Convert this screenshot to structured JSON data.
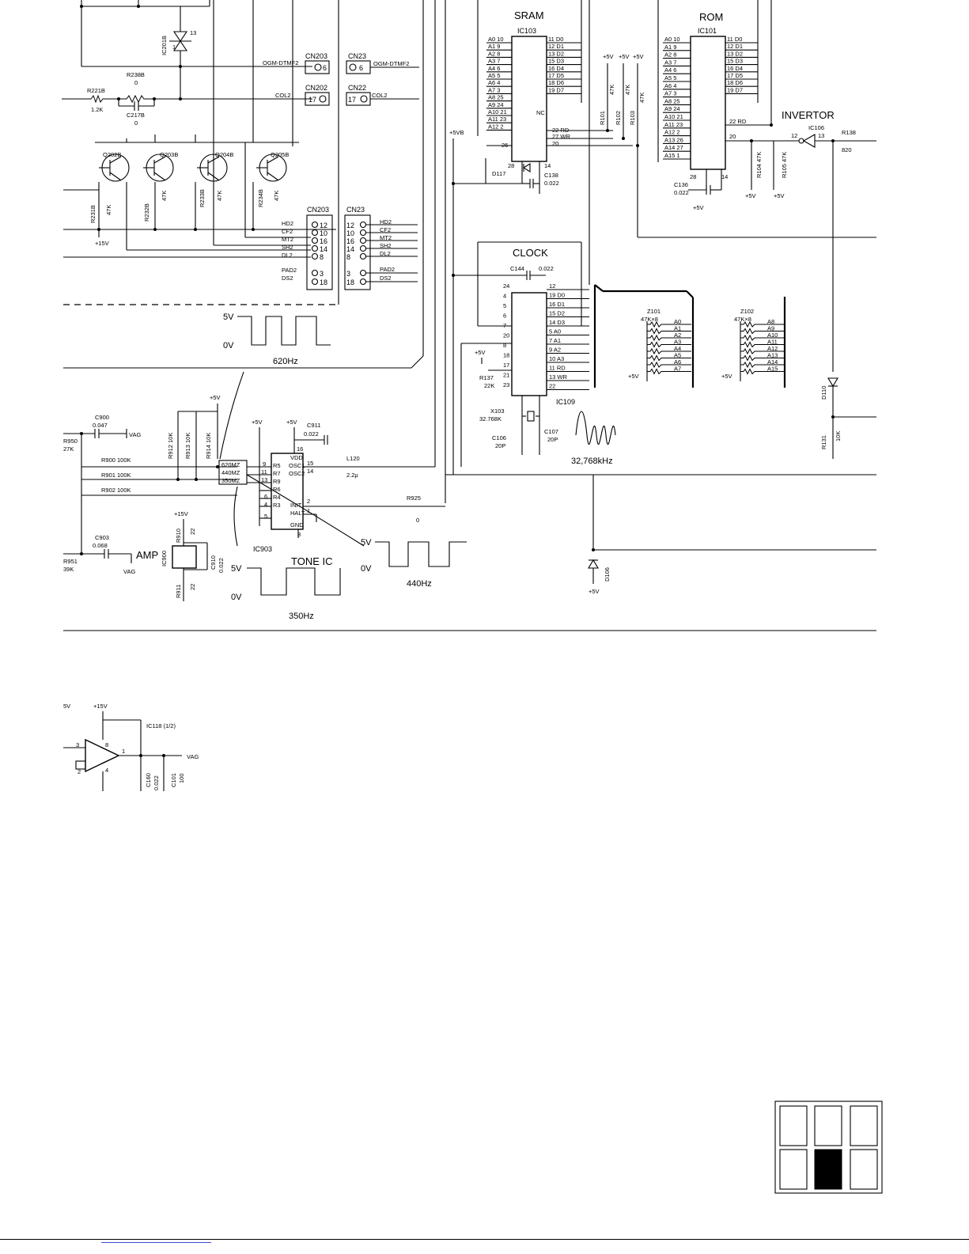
{
  "blocks": {
    "sram": {
      "title": "SRAM",
      "ref": "IC103",
      "addr_pins": [
        "A0 10",
        "A1 9",
        "A2 8",
        "A3 7",
        "A4 6",
        "A5 5",
        "A6 4",
        "A7 3",
        "A8 25",
        "A9 24",
        "A10 21",
        "A11 23",
        "A12 2"
      ],
      "data_pins": [
        "11 D0",
        "12 D1",
        "13 D2",
        "15 D3",
        "16 D4",
        "17 D5",
        "18 D6",
        "19 D7"
      ],
      "ctrl_pins": [
        "22 RD",
        "27 WR",
        "20"
      ],
      "pin26": "26",
      "pin28": "28",
      "pin14": "14",
      "nc": "NC"
    },
    "rom": {
      "title": "ROM",
      "ref": "IC101",
      "addr_pins": [
        "A0 10",
        "A1 9",
        "A2 8",
        "A3 7",
        "A4 6",
        "A5 5",
        "A6 4",
        "A7 3",
        "A8 25",
        "A9 24",
        "A10 21",
        "A11 23",
        "A12 2",
        "A13 26",
        "A14 27",
        "A15 1"
      ],
      "data_pins": [
        "11 D0",
        "12 D1",
        "13 D2",
        "15 D3",
        "16 D4",
        "17 D5",
        "18 D6",
        "19 D7"
      ],
      "ctrl_pins": [
        "22 RD",
        "20"
      ],
      "pin28": "28",
      "pin14": "14"
    },
    "clock": {
      "title": "CLOCK",
      "ref": "IC109",
      "left_pins": [
        "24",
        "4",
        "5",
        "6",
        "7",
        "20",
        "8",
        "18",
        "17",
        "21",
        "23"
      ],
      "right_pins": [
        "12",
        "19 D0",
        "16 D1",
        "15 D2",
        "14 D3",
        "5 A0",
        "7 A1",
        "9 A2",
        "10 A3",
        "11 RD",
        "13 WR",
        "22"
      ]
    },
    "tone_ic": {
      "title": "TONE IC",
      "ref": "IC903",
      "pins_left": [
        "9",
        "11",
        "13",
        "6",
        "4",
        "5"
      ],
      "pins_right": [
        "16",
        "15",
        "14",
        "2",
        "1",
        "3"
      ]
    },
    "amp": {
      "label": "AMP",
      "ref": "IC900"
    },
    "inverter": {
      "label": "INVERTOR",
      "ref": "IC106",
      "pin_in": "13",
      "pin_out": "12"
    },
    "opamp": {
      "ref": "IC118 (1/2)",
      "pins": [
        "3",
        "2",
        "8",
        "4",
        "1"
      ],
      "out_label": "VAG"
    }
  },
  "labels": {
    "ogm_dtmf2": "OGM-DTMF2",
    "col2": "COL2",
    "cn203": "CN203",
    "cn202": "CN202",
    "cn23": "CN23",
    "cn22": "CN22",
    "cn203_pin6": "6",
    "cn202_pin17": "17",
    "cn23_pin6": "6",
    "cn22_pin17": "17",
    "cn203_pins": [
      "12",
      "10",
      "16",
      "14",
      "8",
      "3",
      "18"
    ],
    "cn23_pins": [
      "12",
      "10",
      "16",
      "14",
      "8",
      "3",
      "18"
    ],
    "sig_names": [
      "HD2",
      "CF2",
      "MT2",
      "SH2",
      "DL2",
      "PAD2",
      "DS2"
    ],
    "q202": "Q202B",
    "q203": "Q203B",
    "q204": "Q204B",
    "q205": "Q205B",
    "r231": "R231B",
    "r232": "R232B",
    "r233": "R233B",
    "r234": "R234B",
    "r47k": "47K",
    "ic201": "IC201B",
    "ic201_pins": [
      "1",
      "13"
    ],
    "r238": "R238B",
    "r238_val": "0",
    "r221": "R221B",
    "r221_val": "1.2K",
    "c217": "C217B",
    "c217_val": "0",
    "plus15v": "+15V",
    "plus5v": "+5V",
    "plus5vb": "+5VB",
    "vag": "VAG",
    "c900": "C900",
    "c900_val": "0.047",
    "r950": "R950",
    "r950_val": "27K",
    "r951": "R951",
    "r951_val": "39K",
    "c903": "C903",
    "c903_val": "0.068",
    "r900": "R900 100K",
    "r901": "R901 100K",
    "r902": "R902 100K",
    "r912": "R912 10K",
    "r913": "R913 10K",
    "r914": "R914 10K",
    "mz620": "620MZ",
    "mz440": "440MZ",
    "mz350": "350MZ",
    "c911": "C911",
    "c911_val": "0.022",
    "l120": "L120",
    "l120_val": "2.2μ",
    "r925": "R925",
    "r925_val": "0",
    "r910": "R910",
    "r911": "R911",
    "r22": "22",
    "c910": "C910",
    "c910_val": "0.022",
    "tone_pins": [
      "R5",
      "R7",
      "R9",
      "R6",
      "R4",
      "R3",
      "VDD",
      "OSC1",
      "OSC2",
      "INIT",
      "HALT",
      "GND"
    ],
    "r101": "R101",
    "r102": "R102",
    "r103": "R103",
    "r104": "R104 47K",
    "r105": "R105 47K",
    "r138": "R138",
    "r138_val": "820",
    "c136": "C136",
    "c136_val": "0.022",
    "c138": "C138",
    "c138_val": "0.022",
    "d117": "D117",
    "c144": "C144",
    "c144_val": "0.022",
    "r137": "R137",
    "r137_val": "22K",
    "x103": "X103",
    "x103_val": "32.768K",
    "c106": "C106",
    "c106_val": "20P",
    "c107": "C107",
    "c107_val": "20P",
    "z101": "Z101",
    "z102": "Z102",
    "z_val": "47K×8",
    "z101_pins": [
      "A0",
      "A1",
      "A2",
      "A3",
      "A4",
      "A5",
      "A6",
      "A7"
    ],
    "z102_pins": [
      "A8",
      "A9",
      "A10",
      "A11",
      "A12",
      "A13",
      "A14",
      "A15"
    ],
    "d110": "D110",
    "r131": "R131",
    "r131_val": "10K",
    "d106": "D106",
    "c160": "C160",
    "c160_val": "0.022",
    "c101": "C101",
    "c101_val": "100",
    "fivev_partial": "5V"
  },
  "waveforms": [
    {
      "hi": "5V",
      "lo": "0V",
      "freq": "620Hz"
    },
    {
      "hi": "5V",
      "lo": "0V",
      "freq": "350Hz"
    },
    {
      "hi": "5V",
      "lo": "0V",
      "freq": "440Hz"
    },
    {
      "freq": "32,768kHz"
    }
  ]
}
